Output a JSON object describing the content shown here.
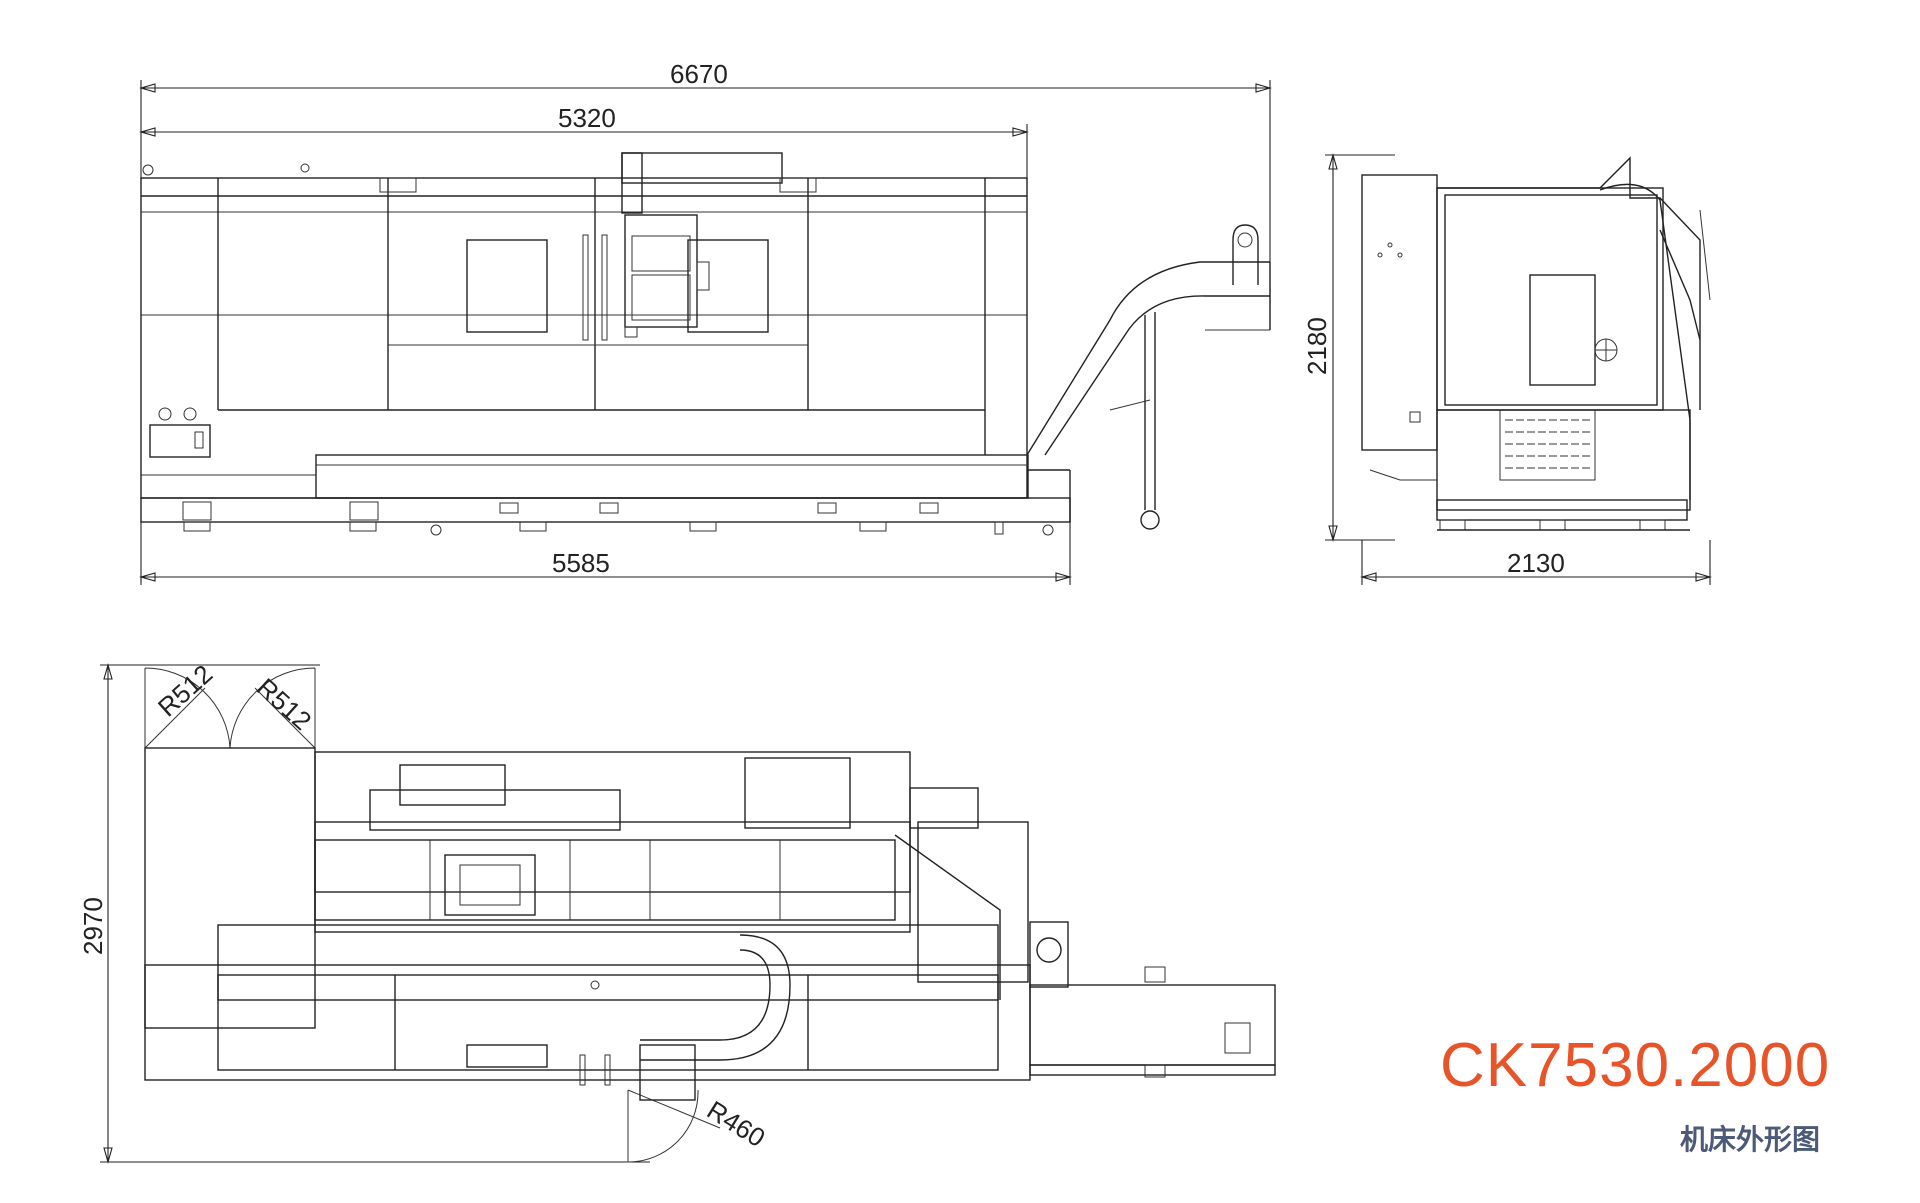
{
  "dimensions": {
    "overall_length": "6670",
    "bed_length": "5320",
    "base_length": "5585",
    "height": "2180",
    "side_width": "2130",
    "plan_depth": "2970",
    "door_radius_left": "R512",
    "door_radius_right": "R512",
    "door_radius_front": "R460"
  },
  "title": {
    "model": "CK7530.2000",
    "caption": "机床外形图"
  },
  "colors": {
    "model": "#e8542a",
    "caption": "#4a5a78",
    "line": "#222222"
  }
}
